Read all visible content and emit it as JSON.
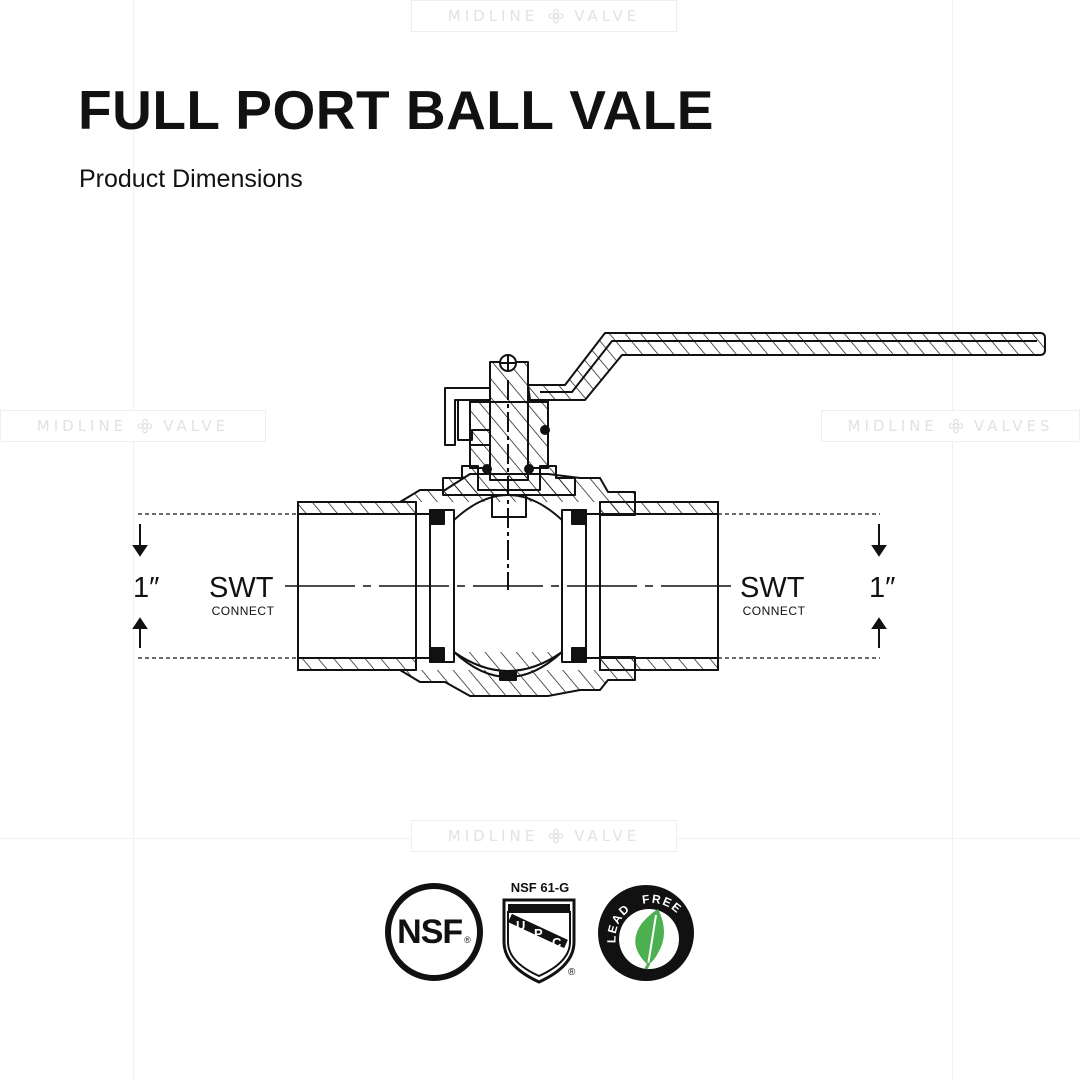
{
  "header": {
    "title": "FULL PORT BALL VALE",
    "subtitle": "Product Dimensions"
  },
  "watermarks": {
    "top": "MIDLINE VALVE",
    "left": "MIDLINE VALVE",
    "right": "MIDLINE VALVES",
    "bottom": "MIDLINE VALVE"
  },
  "dimensions": {
    "left": {
      "size": "1″",
      "connection": "SWT",
      "connection_sub": "CONNECT"
    },
    "right": {
      "size": "1″",
      "connection": "SWT",
      "connection_sub": "CONNECT"
    }
  },
  "certifications": {
    "nsf": {
      "label": "NSF",
      "mark": "®"
    },
    "upc": {
      "standard": "NSF 61-G",
      "letters": [
        "U",
        "P",
        "C"
      ],
      "mark": "®"
    },
    "lead_free": {
      "words": [
        "LEAD",
        "FREE"
      ],
      "leaf_color": "#4caf50"
    }
  },
  "icons": [
    "flower-icon",
    "leaf-icon",
    "shield-icon"
  ]
}
